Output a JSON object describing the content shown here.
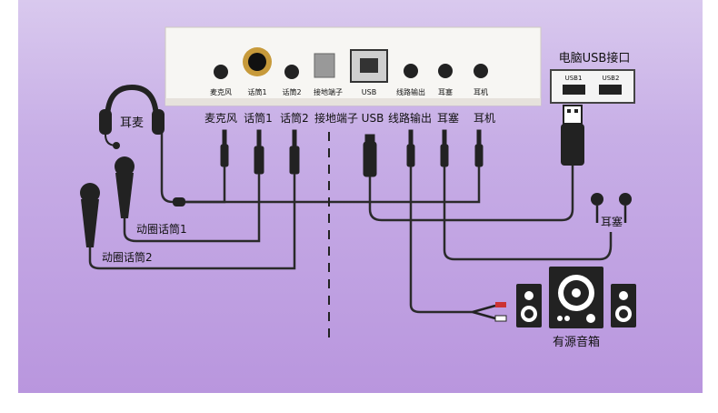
{
  "device": {
    "port_labels": [
      "麦克风",
      "话筒1",
      "话筒2",
      "接地端子",
      "USB",
      "线路输出",
      "耳塞",
      "耳机"
    ]
  },
  "connector_labels": [
    "麦克风",
    "话筒1",
    "话筒2",
    "接地端子",
    "USB",
    "线路输出",
    "耳塞",
    "耳机"
  ],
  "pc_usb": {
    "title": "电脑USB接口",
    "ports": [
      "USB1",
      "USB2"
    ]
  },
  "devices": {
    "headset": "耳麦",
    "mic1": "动圈话筒1",
    "mic2": "动圈话筒2",
    "earbuds": "耳塞",
    "speakers": "有源音箱"
  }
}
